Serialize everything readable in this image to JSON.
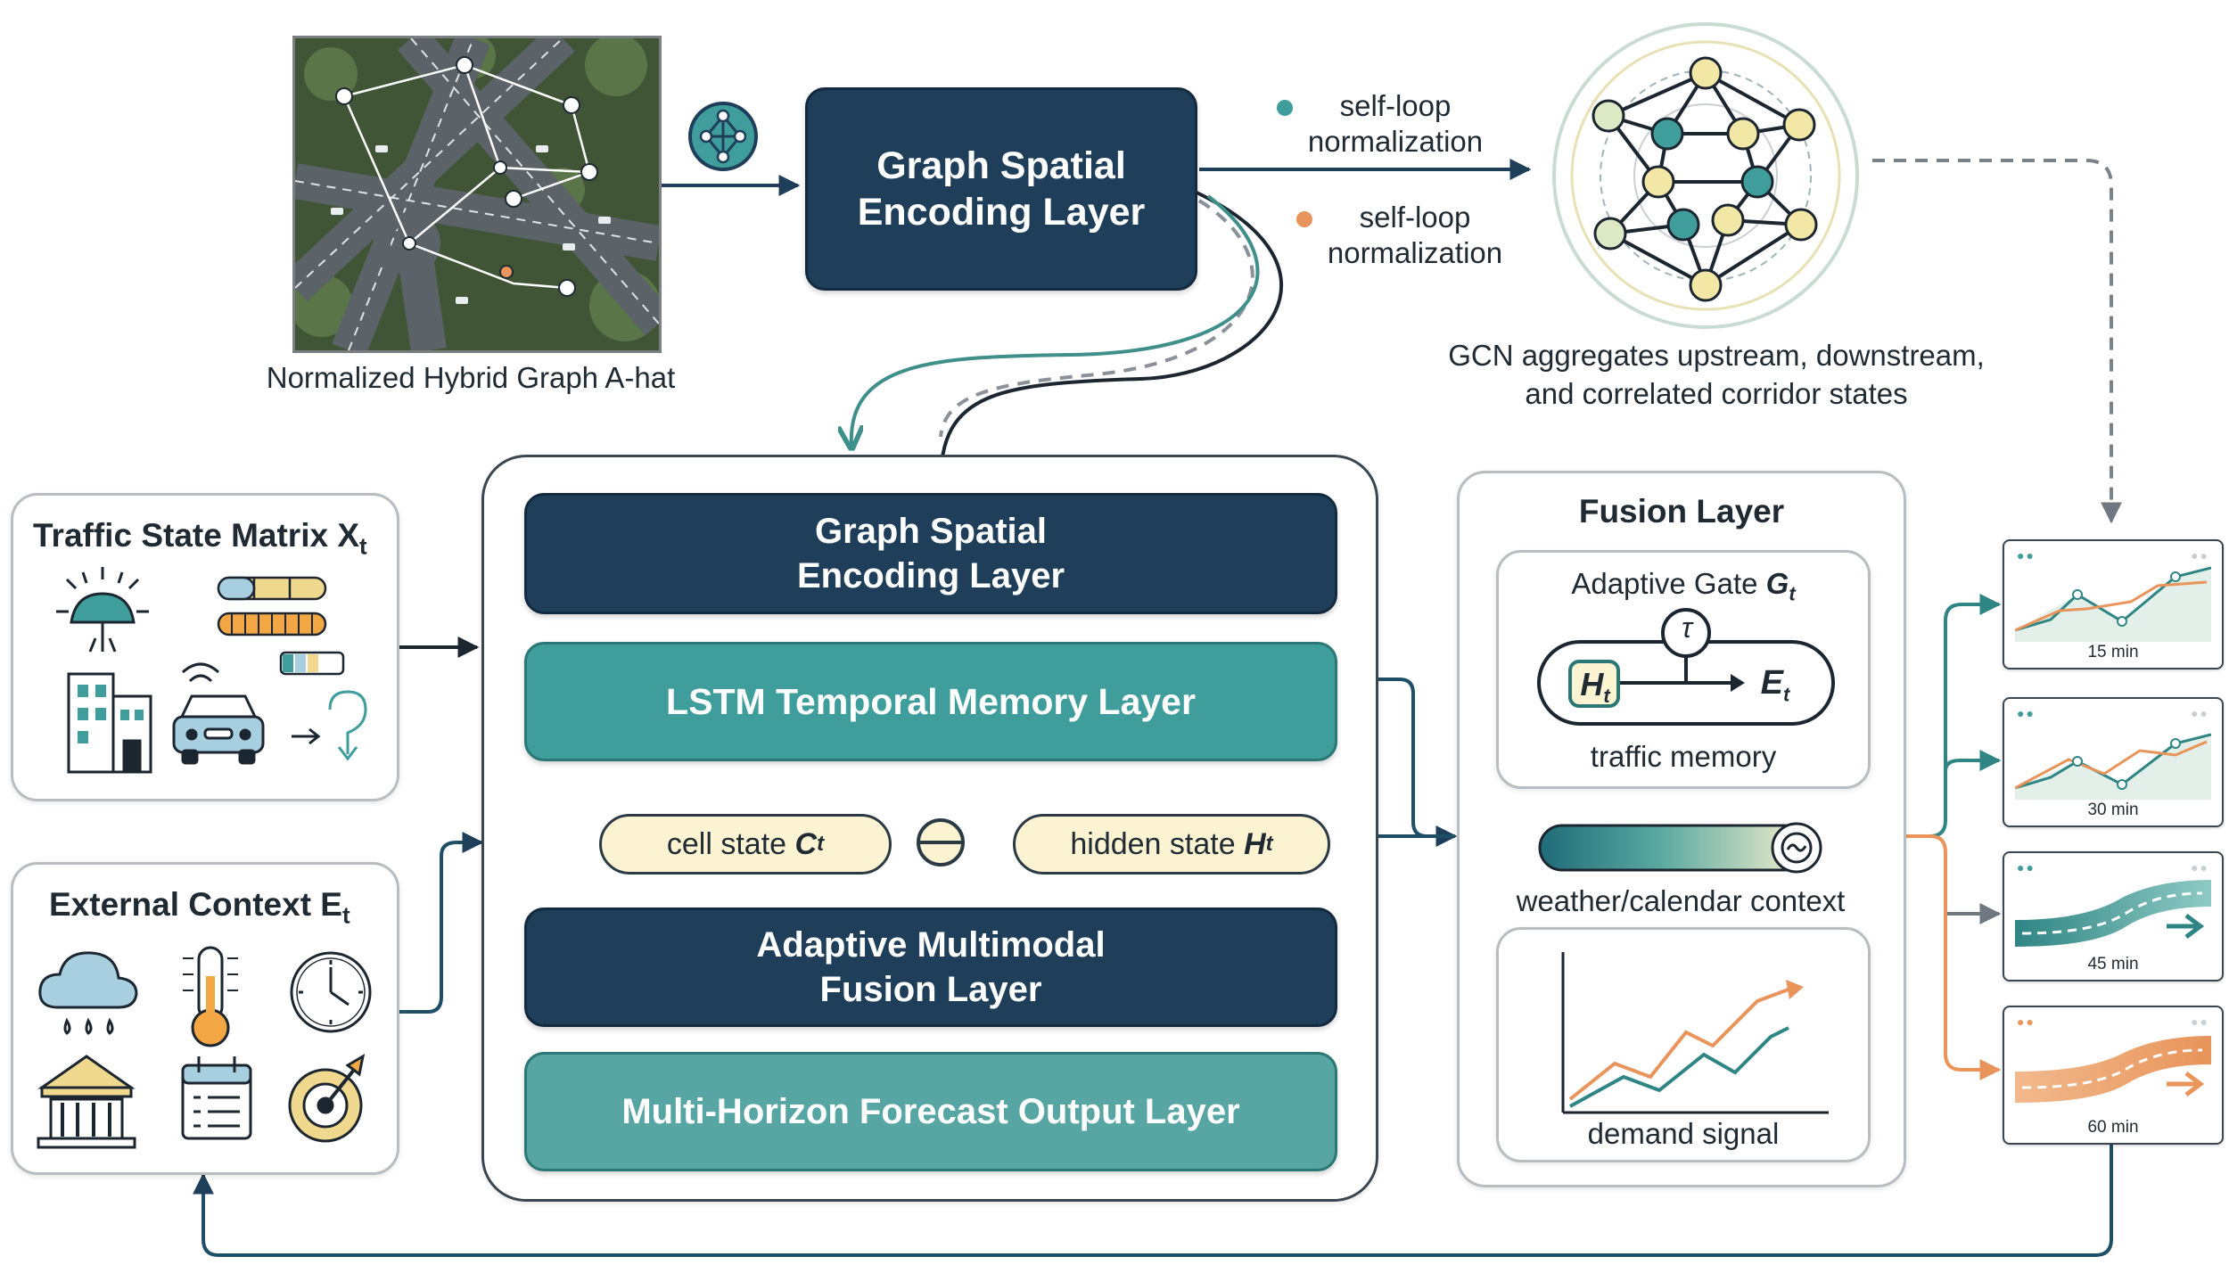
{
  "map": {
    "caption": "Normalized Hybrid Graph A-hat"
  },
  "top_layer": {
    "label_line1": "Graph Spatial",
    "label_line2": "Encoding Layer"
  },
  "legend": [
    {
      "text_line1": "self-loop",
      "text_line2": "normalization",
      "color": "#3f9d9c"
    },
    {
      "text_line1": "self-loop",
      "text_line2": "normalization",
      "color": "#e8945a"
    }
  ],
  "gcn": {
    "caption_line1": "GCN aggregates upstream, downstream,",
    "caption_line2": "and correlated corridor states"
  },
  "traffic_state": {
    "title": "Traffic State Matrix X",
    "subscript": "t"
  },
  "external_context": {
    "title": "External Context E",
    "subscript": "t"
  },
  "core": {
    "graph_layer": {
      "line1": "Graph Spatial",
      "line2": "Encoding Layer"
    },
    "lstm_layer": "LSTM Temporal Memory Layer",
    "cell_state": {
      "text": "cell state ",
      "symbol": "C",
      "sub": "t"
    },
    "hidden_state": {
      "text": "hidden state ",
      "symbol": "H",
      "sub": "t"
    },
    "fusion_layer": {
      "line1": "Adaptive Multimodal",
      "line2": "Fusion Layer"
    },
    "output_layer": "Multi-Horizon Forecast Output Layer"
  },
  "fusion": {
    "title": "Fusion Layer",
    "gate": {
      "title": "Adaptive Gate ",
      "symbol": "G",
      "sub": "t",
      "left": "H",
      "left_sub": "t",
      "right": "E",
      "right_sub": "t",
      "tau": "τ",
      "caption": "traffic memory"
    },
    "context_caption": "weather/calendar context",
    "demand_caption": "demand signal"
  },
  "forecasts": [
    {
      "label": "15 min"
    },
    {
      "label": "30 min"
    },
    {
      "label": "45 min"
    },
    {
      "label": "60 min"
    }
  ],
  "colors": {
    "navy": "#1f3e5a",
    "teal": "#3f9d9c",
    "orange": "#e8945a",
    "cream": "#fbf3d2",
    "yellow_node": "#f3e7a6"
  }
}
